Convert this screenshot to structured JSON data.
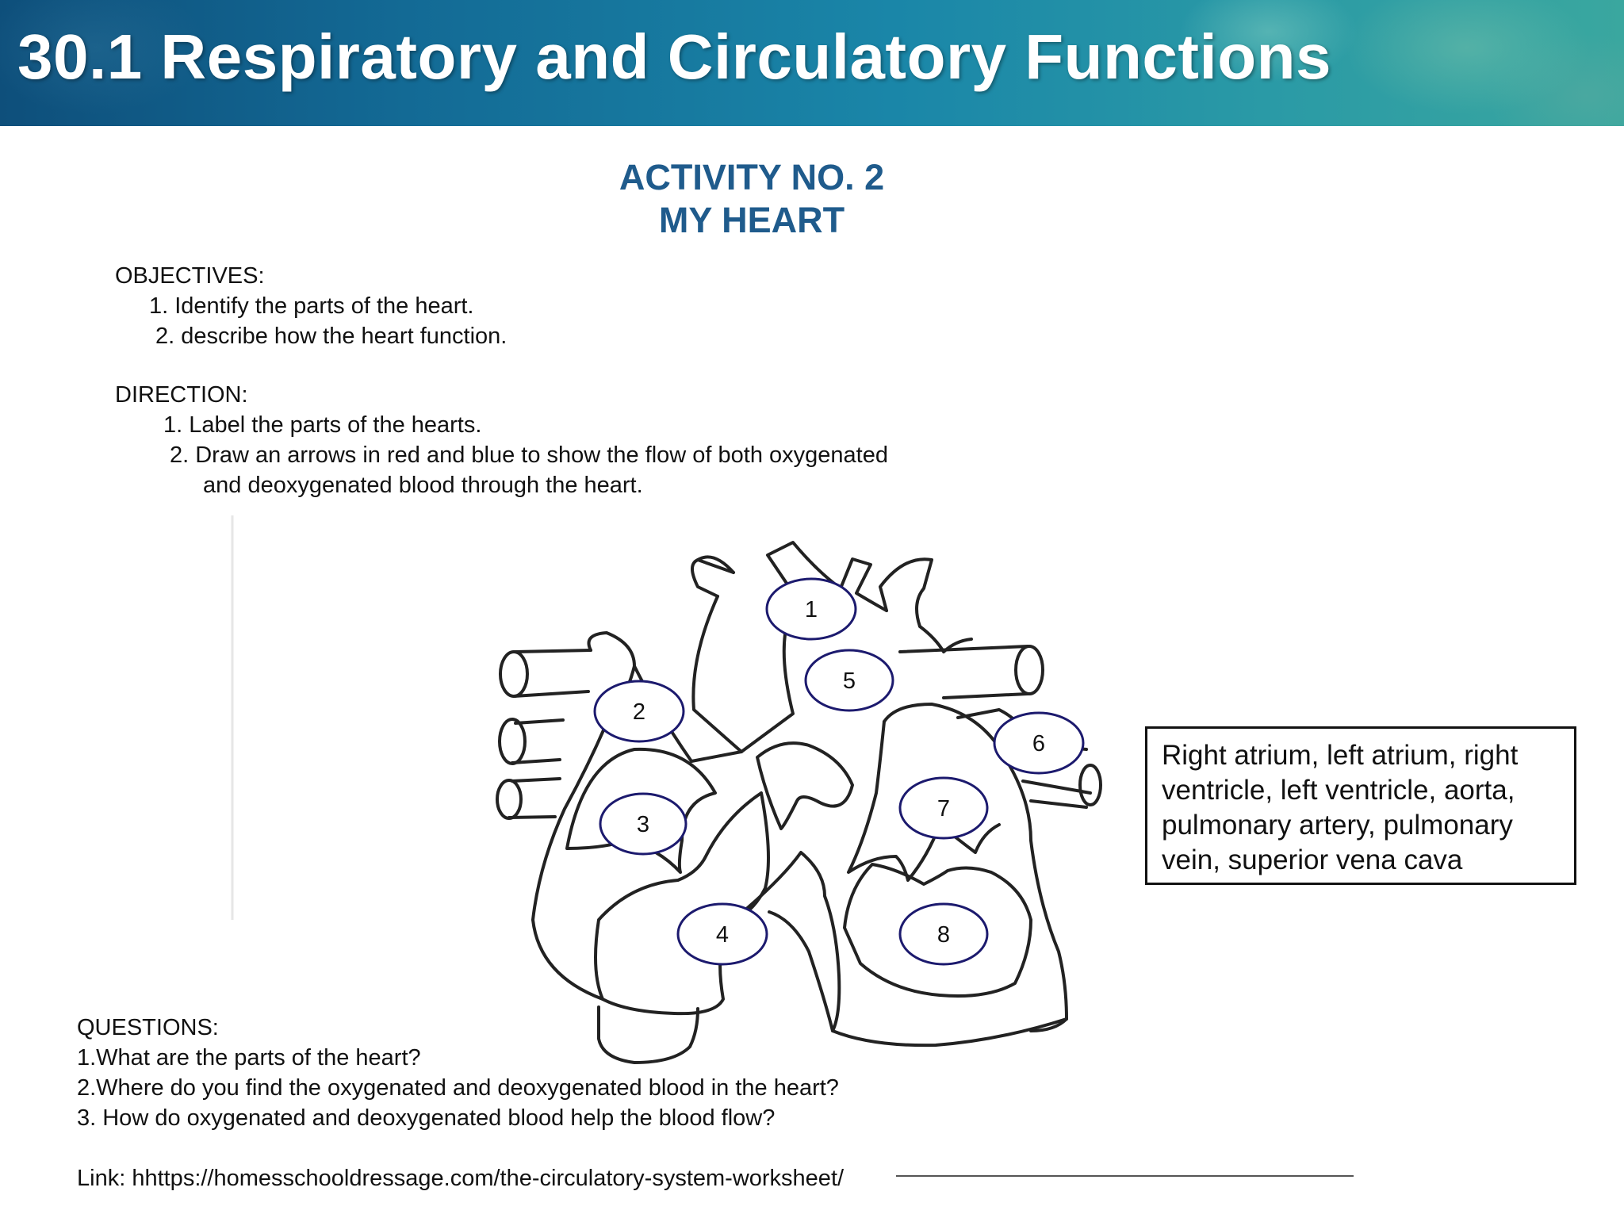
{
  "header": {
    "title": "30.1 Respiratory and Circulatory Functions"
  },
  "activity": {
    "line1": "ACTIVITY NO. 2",
    "line2": "MY HEART"
  },
  "objectives": {
    "heading": "OBJECTIVES:",
    "items": [
      "1. Identify the parts of the heart.",
      "2. describe how the heart function."
    ]
  },
  "direction": {
    "heading": "DIRECTION:",
    "items": [
      "1. Label the parts of the hearts.",
      "2. Draw an arrows in red and blue to show the flow of both oxygenated",
      "and deoxygenated blood through the heart."
    ]
  },
  "diagram": {
    "labels": [
      "1",
      "2",
      "3",
      "4",
      "5",
      "6",
      "7",
      "8"
    ]
  },
  "word_bank": {
    "lines": [
      "Right atrium, left atrium, right",
      "ventricle, left ventricle, aorta,",
      "pulmonary artery, pulmonary",
      "vein, superior vena cava"
    ]
  },
  "questions": {
    "heading": "QUESTIONS:",
    "items": [
      "1.What are the parts of the heart?",
      "2.Where do you find the oxygenated and deoxygenated blood in the heart?",
      "3. How do oxygenated and deoxygenated blood help the blood flow?"
    ]
  },
  "link": {
    "text": "Link: hhttps://homesschooldressage.com/the-circulatory-system-worksheet/"
  },
  "colors": {
    "heading_blue": "#1f5b8c",
    "label_circle": "#1c1a6e",
    "banner": "#136a95"
  }
}
